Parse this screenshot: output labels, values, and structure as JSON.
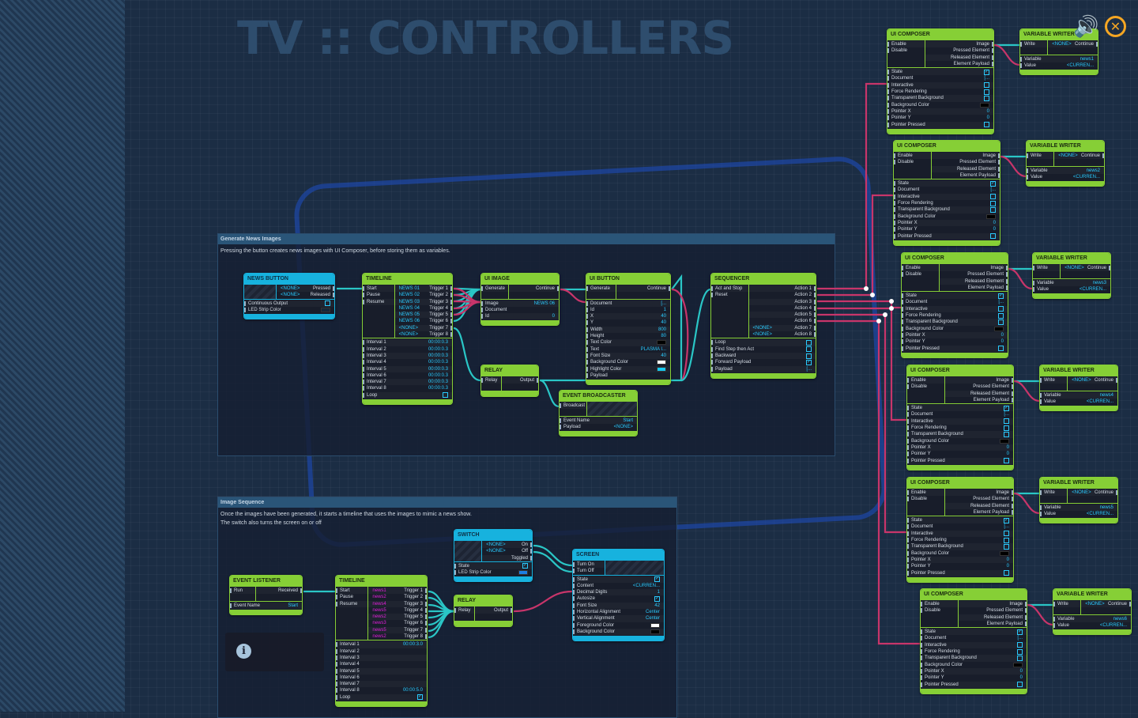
{
  "title": "TV :: CONTROLLERS",
  "icons": {
    "speaker": "speaker-volume-icon",
    "close": "close-circle-icon",
    "info": "info-icon"
  },
  "colors": {
    "node_green": "#86cf36",
    "node_blue": "#17b2de",
    "wire_pink": "#c8356a",
    "wire_cyan": "#2ac6c6",
    "accent_orange": "#f5a623",
    "value_cyan": "#2acbff",
    "value_magenta": "#e01fd8"
  },
  "groups": [
    {
      "title": "Generate News Images",
      "description": "Pressing the button creates news images with UI Composer, before storing them as variables."
    },
    {
      "title": "Image Sequence",
      "description": "Once the images have been generated, it starts a timeline that uses the images to mimic a news show.",
      "description2": "The switch also turns the screen on or off"
    }
  ],
  "nodes": {
    "news_button": {
      "title": "NEWS BUTTON",
      "theme": "blue",
      "left_hatch": true,
      "inputs": [],
      "right": [
        {
          "val": "<NONE>",
          "out": "Pressed"
        },
        {
          "val": "<NONE>",
          "out": "Released"
        }
      ],
      "props": [
        {
          "label": "Continuous Output",
          "kind": "check"
        },
        {
          "label": "LED Strip Color",
          "kind": "swatch",
          "color": "#15283a"
        }
      ]
    },
    "timeline1": {
      "title": "TIMELINE",
      "theme": "green",
      "inputs": [
        "Start",
        "Pause",
        "Resume"
      ],
      "right": [
        {
          "val": "NEWS 01",
          "out": "Trigger 1"
        },
        {
          "val": "NEWS 02",
          "out": "Trigger 2"
        },
        {
          "val": "NEWS 03",
          "out": "Trigger 3"
        },
        {
          "val": "NEWS 04",
          "out": "Trigger 4"
        },
        {
          "val": "NEWS 05",
          "out": "Trigger 5"
        },
        {
          "val": "NEWS 06",
          "out": "Trigger 6"
        },
        {
          "val": "<NONE>",
          "out": "Trigger 7"
        },
        {
          "val": "<NONE>",
          "out": "Trigger 8"
        }
      ],
      "props": [
        {
          "label": "Interval 1",
          "val": "00:00:0.3"
        },
        {
          "label": "Interval 2",
          "val": "00:00:0.3"
        },
        {
          "label": "Interval 3",
          "val": "00:00:0.3"
        },
        {
          "label": "Interval 4",
          "val": "00:00:0.3"
        },
        {
          "label": "Interval 5",
          "val": "00:00:0.3"
        },
        {
          "label": "Interval 6",
          "val": "00:00:0.3"
        },
        {
          "label": "Interval 7",
          "val": "00:00:0.3"
        },
        {
          "label": "Interval 8",
          "val": "00:00:0.3"
        },
        {
          "label": "Loop",
          "kind": "check"
        }
      ]
    },
    "ui_image": {
      "title": "UI IMAGE",
      "theme": "green",
      "inputs": [
        "Generate"
      ],
      "right": [
        {
          "out": "Continue"
        }
      ],
      "props": [
        {
          "label": "Image",
          "val": "NEWS 06"
        },
        {
          "label": "Document",
          "val": ""
        },
        {
          "label": "Id",
          "val": "0"
        }
      ]
    },
    "ui_button": {
      "title": "UI BUTTON",
      "theme": "green",
      "inputs": [
        "Generate"
      ],
      "right": [
        {
          "out": "Continue"
        }
      ],
      "props": [
        {
          "label": "Document",
          "val": "[..."
        },
        {
          "label": "Id",
          "val": "1"
        },
        {
          "label": "X",
          "val": "40"
        },
        {
          "label": "Y",
          "val": "40"
        },
        {
          "label": "Width",
          "val": "800"
        },
        {
          "label": "Height",
          "val": "80"
        },
        {
          "label": "Text Color",
          "kind": "swatch",
          "color": "#000000"
        },
        {
          "label": "Text",
          "val": "PLASMA I..."
        },
        {
          "label": "Font Size",
          "val": "40"
        },
        {
          "label": "Background Color",
          "kind": "swatch",
          "color": "#ffffff"
        },
        {
          "label": "Highlight Color",
          "kind": "swatch",
          "color": "#16c8f0"
        },
        {
          "label": "Payload",
          "val": ""
        }
      ]
    },
    "sequencer": {
      "title": "SEQUENCER",
      "theme": "green",
      "inputs": [
        "Act and Stop",
        "Reset"
      ],
      "right": [
        {
          "out": "Action 1"
        },
        {
          "out": "Action 2"
        },
        {
          "out": "Action 3"
        },
        {
          "out": "Action 4"
        },
        {
          "out": "Action 5"
        },
        {
          "out": "Action 6"
        },
        {
          "val": "<NONE>",
          "out": "Action 7"
        },
        {
          "val": "<NONE>",
          "out": "Action 8"
        }
      ],
      "props": [
        {
          "label": "Loop",
          "kind": "check"
        },
        {
          "label": "Find Step then Act",
          "kind": "check"
        },
        {
          "label": "Backward",
          "kind": "check"
        },
        {
          "label": "Forward Payload",
          "kind": "checked"
        },
        {
          "label": "Payload",
          "val": "[..."
        }
      ]
    },
    "relay1": {
      "title": "RELAY",
      "theme": "green",
      "inputs": [
        "Relay"
      ],
      "right": [
        {
          "out": "Output"
        }
      ],
      "props": []
    },
    "event_broadcaster": {
      "title": "EVENT BROADCASTER",
      "theme": "green",
      "inputs": [
        "Broadcast"
      ],
      "right_hatch": true,
      "right": [],
      "props": [
        {
          "label": "Event Name",
          "val": "Start"
        },
        {
          "label": "Payload",
          "val": "<NONE>"
        }
      ]
    },
    "event_listener": {
      "title": "EVENT LISTENER",
      "theme": "green",
      "inputs": [
        "Run"
      ],
      "right": [
        {
          "out": "Received"
        }
      ],
      "props": [
        {
          "label": "Event Name",
          "val": "Start"
        }
      ]
    },
    "timeline2": {
      "title": "TIMELINE",
      "theme": "green",
      "magenta": true,
      "inputs": [
        "Start",
        "Pause",
        "Resume"
      ],
      "right": [
        {
          "val": "news1",
          "out": "Trigger 1"
        },
        {
          "val": "news2",
          "out": "Trigger 2"
        },
        {
          "val": "news4",
          "out": "Trigger 3"
        },
        {
          "val": "news5",
          "out": "Trigger 4"
        },
        {
          "val": "news2",
          "out": "Trigger 5"
        },
        {
          "val": "news3",
          "out": "Trigger 6"
        },
        {
          "val": "news5",
          "out": "Trigger 7"
        },
        {
          "val": "news2",
          "out": "Trigger 8"
        }
      ],
      "props": [
        {
          "label": "Interval 1",
          "val": "00:00:3.0"
        },
        {
          "label": "Interval 2",
          "val": "",
          "faded": true
        },
        {
          "label": "Interval 3",
          "val": "",
          "faded": true
        },
        {
          "label": "Interval 4",
          "val": "",
          "faded": true
        },
        {
          "label": "Interval 5",
          "val": "",
          "faded": true
        },
        {
          "label": "Interval 6",
          "val": "",
          "faded": true
        },
        {
          "label": "Interval 7",
          "val": "",
          "faded": true
        },
        {
          "label": "Interval 8",
          "val": "00:00:5.0"
        },
        {
          "label": "Loop",
          "kind": "checked"
        }
      ]
    },
    "switch": {
      "title": "SWITCH",
      "theme": "blue",
      "left_hatch": true,
      "inputs": [],
      "right": [
        {
          "val": "<NONE>",
          "out": "On"
        },
        {
          "val": "<NONE>",
          "out": "Off"
        },
        {
          "out": "Toggled"
        }
      ],
      "props": [
        {
          "label": "State",
          "kind": "checked"
        },
        {
          "label": "LED Strip Color",
          "kind": "swatch",
          "color": "#1e7de0"
        }
      ]
    },
    "relay2": {
      "title": "RELAY",
      "theme": "green",
      "inputs": [
        "Relay"
      ],
      "right": [
        {
          "out": "Output"
        }
      ],
      "props": []
    },
    "screen": {
      "title": "SCREEN",
      "theme": "blue",
      "inputs": [
        "Turn On",
        "Turn Off"
      ],
      "right_hatch": true,
      "right": [],
      "props": [
        {
          "label": "State",
          "kind": "checked"
        },
        {
          "label": "Content",
          "val": "<CURREN..."
        },
        {
          "label": "Decimal Digits",
          "val": "1"
        },
        {
          "label": "Autosize",
          "kind": "checked"
        },
        {
          "label": "Font Size",
          "val": "42",
          "faded": true
        },
        {
          "label": "Horizontal Alignment",
          "val": "Center"
        },
        {
          "label": "Vertical Alignment",
          "val": "Center"
        },
        {
          "label": "Foreground Color",
          "kind": "swatch",
          "color": "#ffffff"
        },
        {
          "label": "Background Color",
          "kind": "swatch",
          "color": "#000000"
        }
      ]
    }
  },
  "composer": {
    "title": "UI COMPOSER",
    "theme": "green",
    "inputs": [
      "Enable",
      "Disable"
    ],
    "right": [
      {
        "out": "Image"
      },
      {
        "out": "Pressed Element"
      },
      {
        "out": "Released Element"
      },
      {
        "out": "Element Payload"
      }
    ],
    "props": [
      {
        "label": "State",
        "kind": "checked"
      },
      {
        "label": "Document",
        "val": "[..."
      },
      {
        "label": "Interactive",
        "kind": "check"
      },
      {
        "label": "Force Rendering",
        "kind": "check"
      },
      {
        "label": "Transparent Background",
        "kind": "check"
      },
      {
        "label": "Background Color",
        "kind": "swatch",
        "color": "#000000"
      },
      {
        "label": "Pointer X",
        "val": "0"
      },
      {
        "label": "Pointer Y",
        "val": "0"
      },
      {
        "label": "Pointer Pressed",
        "kind": "check"
      }
    ]
  },
  "writers": [
    {
      "title": "VARIABLE WRITER",
      "theme": "green",
      "inputs": [
        "Write"
      ],
      "right": [
        {
          "val": "<NONE>",
          "out": "Continue"
        }
      ],
      "props": [
        {
          "label": "Variable",
          "val": "news1"
        },
        {
          "label": "Value",
          "val": "<CURREN..."
        }
      ]
    },
    {
      "title": "VARIABLE WRITER",
      "theme": "green",
      "inputs": [
        "Write"
      ],
      "right": [
        {
          "val": "<NONE>",
          "out": "Continue"
        }
      ],
      "props": [
        {
          "label": "Variable",
          "val": "news2"
        },
        {
          "label": "Value",
          "val": "<CURREN..."
        }
      ]
    },
    {
      "title": "VARIABLE WRITER",
      "theme": "green",
      "inputs": [
        "Write"
      ],
      "right": [
        {
          "val": "<NONE>",
          "out": "Continue"
        }
      ],
      "props": [
        {
          "label": "Variable",
          "val": "news3"
        },
        {
          "label": "Value",
          "val": "<CURREN..."
        }
      ]
    },
    {
      "title": "VARIABLE WRITER",
      "theme": "green",
      "inputs": [
        "Write"
      ],
      "right": [
        {
          "val": "<NONE>",
          "out": "Continue"
        }
      ],
      "props": [
        {
          "label": "Variable",
          "val": "news4"
        },
        {
          "label": "Value",
          "val": "<CURREN..."
        }
      ]
    },
    {
      "title": "VARIABLE WRITER",
      "theme": "green",
      "inputs": [
        "Write"
      ],
      "right": [
        {
          "val": "<NONE>",
          "out": "Continue"
        }
      ],
      "props": [
        {
          "label": "Variable",
          "val": "news5"
        },
        {
          "label": "Value",
          "val": "<CURREN..."
        }
      ]
    },
    {
      "title": "VARIABLE WRITER",
      "theme": "green",
      "inputs": [
        "Write"
      ],
      "right": [
        {
          "val": "<NONE>",
          "out": "Continue"
        }
      ],
      "props": [
        {
          "label": "Variable",
          "val": "news6"
        },
        {
          "label": "Value",
          "val": "<CURREN..."
        }
      ]
    }
  ]
}
